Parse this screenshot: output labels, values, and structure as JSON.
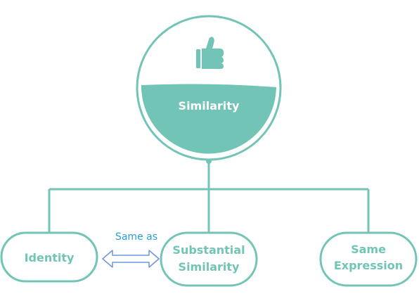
{
  "colors": {
    "teal": "#72c5b6",
    "white": "#ffffff",
    "arrow_blue": "#6f95d8",
    "relation_text": "#2a9fd8"
  },
  "root": {
    "label": "Similarity",
    "icon": "thumbs-up-icon"
  },
  "children": [
    {
      "lines": [
        "Identity"
      ]
    },
    {
      "lines": [
        "Substantial",
        "Similarity"
      ]
    },
    {
      "lines": [
        "Same",
        "Expression"
      ]
    }
  ],
  "relation": {
    "label": "Same as",
    "arrow": "double-arrow-icon"
  }
}
